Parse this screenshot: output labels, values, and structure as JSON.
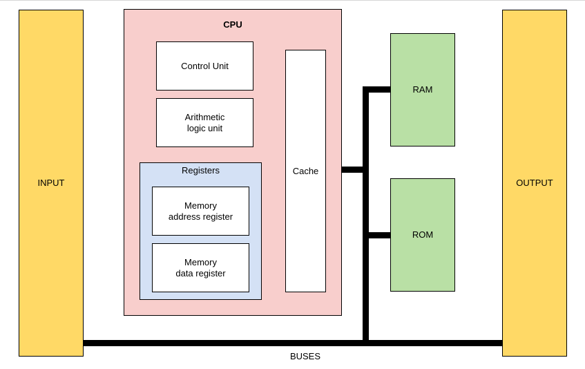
{
  "colors": {
    "io_fill": "#FFD966",
    "cpu_fill": "#F8CECC",
    "reg_fill": "#D4E1F5",
    "mem_fill": "#B9E0A5"
  },
  "input": {
    "label": "INPUT"
  },
  "output": {
    "label": "OUTPUT"
  },
  "cpu": {
    "title": "CPU",
    "control_unit": "Control Unit",
    "alu": "Arithmetic\nlogic unit",
    "cache": "Cache",
    "registers": {
      "title": "Registers",
      "mar": "Memory\naddress register",
      "mdr": "Memory\ndata register"
    }
  },
  "ram": {
    "label": "RAM"
  },
  "rom": {
    "label": "ROM"
  },
  "buses": {
    "label": "BUSES"
  }
}
